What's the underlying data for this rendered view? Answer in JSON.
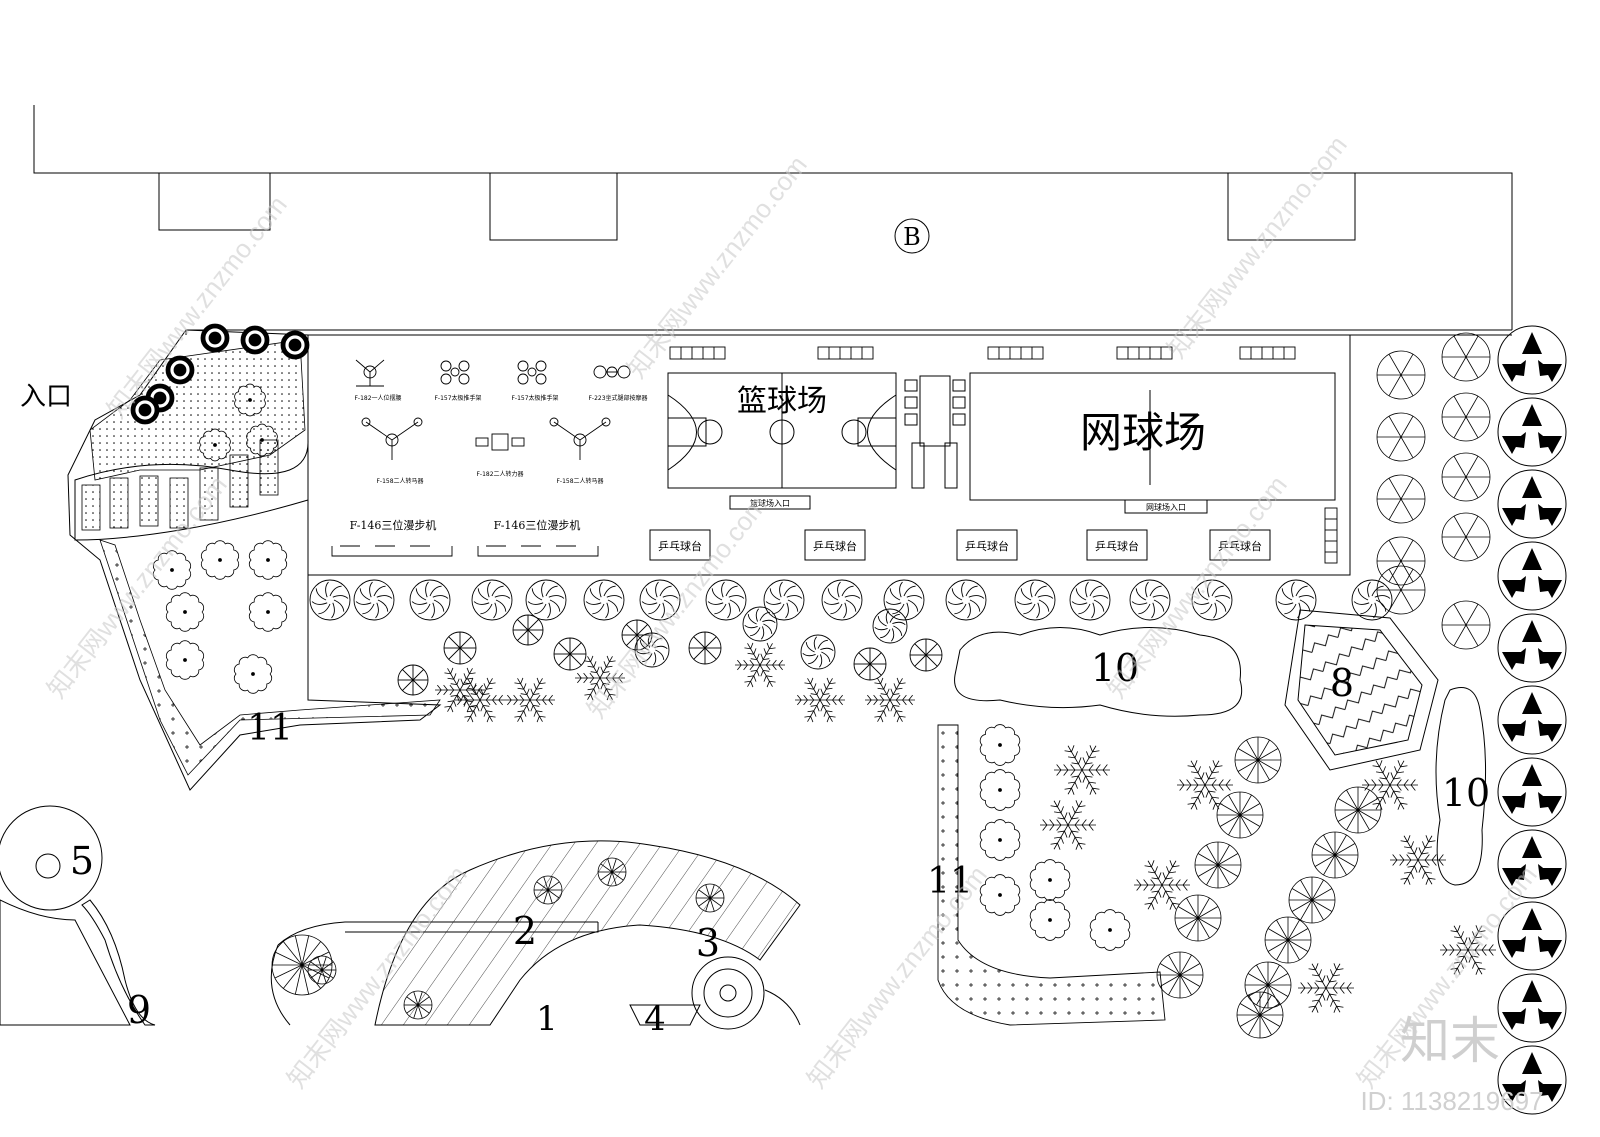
{
  "plan": {
    "axis_marker": "B",
    "entrance_label": "入口",
    "courts": {
      "basketball": "篮球场",
      "tennis": "网球场",
      "basketball_entrance": "篮球场入口",
      "tennis_entrance": "网球场入口"
    },
    "equipment_small": [
      "F-182一人位摆腰",
      "F-157太极推手架",
      "F-157太极推手架",
      "F-223坐式腿部按摩器",
      "F-158二人转马器",
      "F-182二人转力器",
      "F-158二人转马器"
    ],
    "walkers": [
      "F-146三位漫步机",
      "F-146三位漫步机"
    ],
    "ping_pong": [
      "乒乓球台",
      "乒乓球台",
      "乒乓球台",
      "乒乓球台",
      "乒乓球台"
    ],
    "zone_numbers": {
      "n1": "1",
      "n2": "2",
      "n3": "3",
      "n4": "4",
      "n5": "5",
      "n8": "8",
      "n9": "9",
      "n10a": "10",
      "n10b": "10",
      "n11a": "11",
      "n11b": "11"
    }
  },
  "watermark": {
    "site": "知末网www.znzmo.com",
    "logo": "知末",
    "id_label": "ID: 1138219697"
  }
}
